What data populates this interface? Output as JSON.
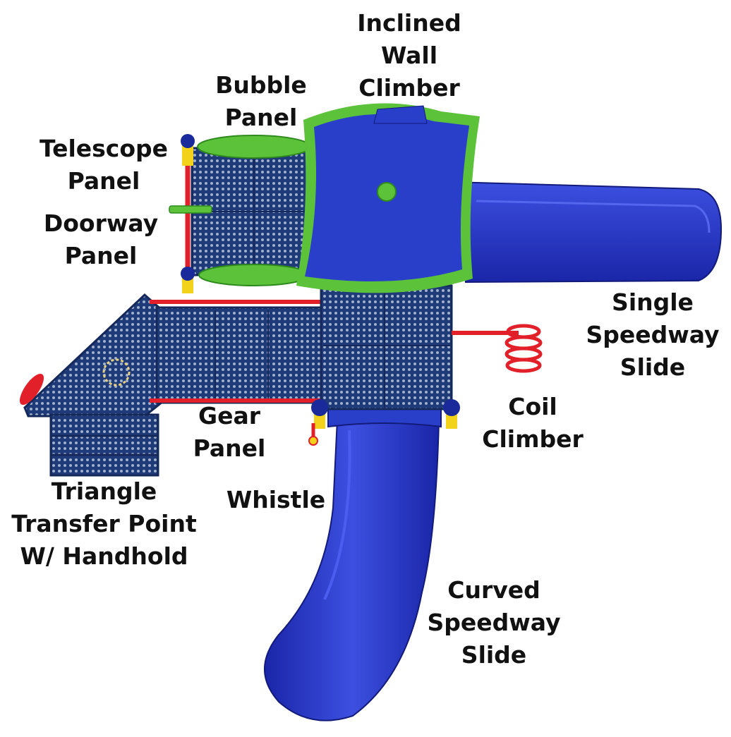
{
  "labels": {
    "inclined_wall_climber": [
      "Inclined",
      "Wall",
      "Climber"
    ],
    "bubble_panel": [
      "Bubble",
      "Panel"
    ],
    "telescope_panel": [
      "Telescope",
      "Panel"
    ],
    "doorway_panel": [
      "Doorway",
      "Panel"
    ],
    "single_speedway_slide": [
      "Single",
      "Speedway",
      "Slide"
    ],
    "coil_climber": [
      "Coil",
      "Climber"
    ],
    "gear_panel": [
      "Gear",
      "Panel"
    ],
    "whistle": [
      "Whistle"
    ],
    "triangle_transfer_point": [
      "Triangle",
      "Transfer Point",
      "W/ Handhold"
    ],
    "curved_speedway_slide": [
      "Curved",
      "Speedway",
      "Slide"
    ]
  },
  "colors": {
    "slide_blue": "#2233c8",
    "deck_navy": "#1f3a78",
    "roof_green": "#5bc23a",
    "roof_blue": "#2a3fc9",
    "post_red": "#e2202a",
    "accent_yellow": "#f2d21b",
    "text": "#111111"
  }
}
